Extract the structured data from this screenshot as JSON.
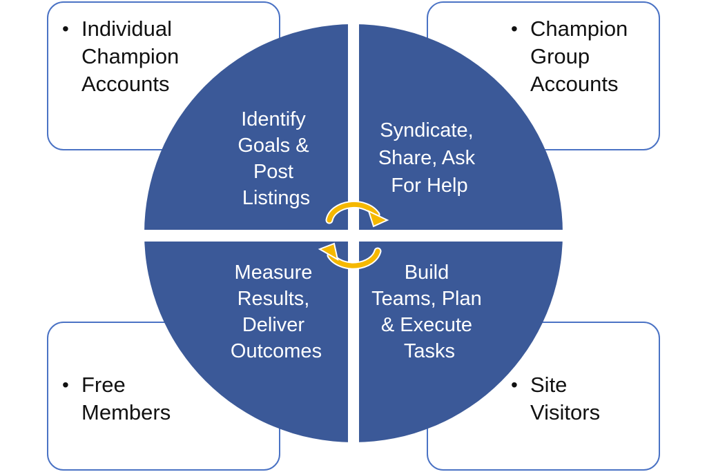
{
  "corner_boxes": {
    "top_left": {
      "lines": [
        "Individual",
        "Champion",
        "Accounts"
      ]
    },
    "top_right": {
      "lines": [
        "Champion",
        "Group",
        "Accounts"
      ]
    },
    "bottom_left": {
      "lines": [
        "Free",
        "Members"
      ]
    },
    "bottom_right": {
      "lines": [
        "Site",
        "Visitors"
      ]
    }
  },
  "quadrants": {
    "top_left": {
      "lines": [
        "Identify",
        "Goals &",
        "Post",
        "Listings"
      ]
    },
    "top_right": {
      "lines": [
        "Syndicate,",
        "Share, Ask",
        "For Help"
      ]
    },
    "bottom_left": {
      "lines": [
        "Measure",
        "Results,",
        "Deliver",
        "Outcomes"
      ]
    },
    "bottom_right": {
      "lines": [
        "Build",
        "Teams, Plan",
        "& Execute",
        "Tasks"
      ]
    }
  },
  "colors": {
    "quadrant_fill": "#3b5998",
    "box_border": "#4a72c4",
    "arrow": "#f5b800",
    "arrow_outline": "#ffffff"
  },
  "icons": {
    "cycle_arrows": "circular-arrows-icon"
  }
}
